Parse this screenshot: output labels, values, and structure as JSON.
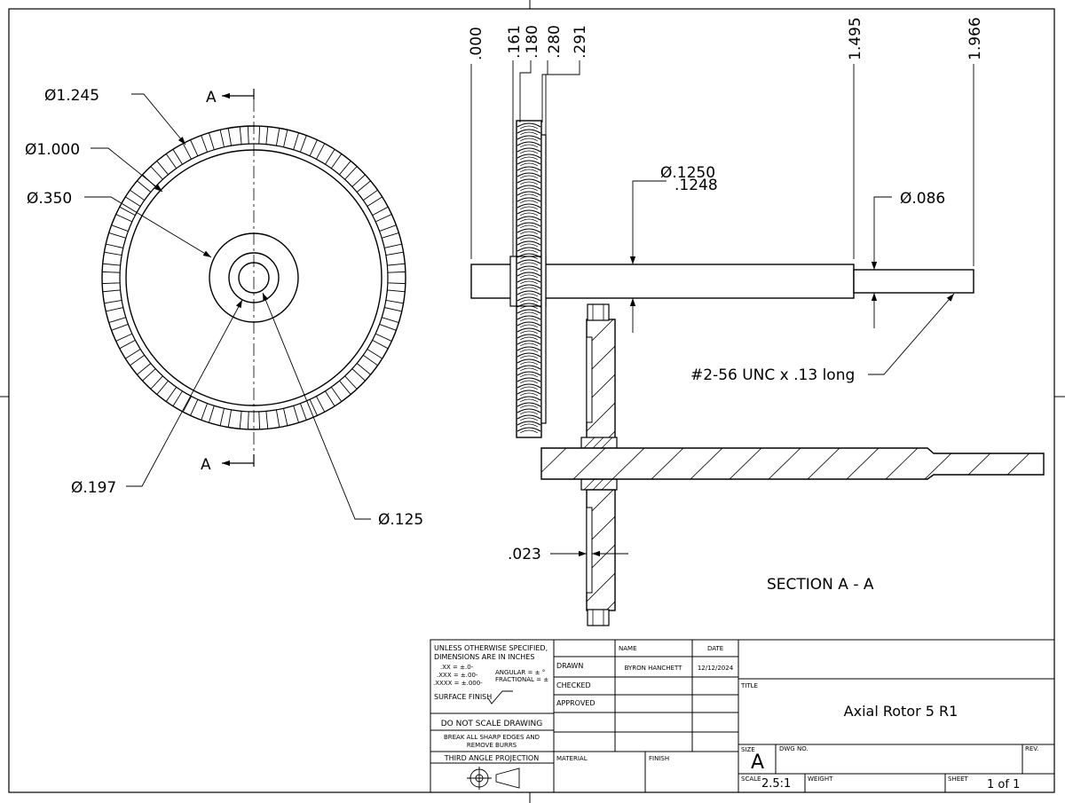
{
  "front_view": {
    "dims": {
      "d_outer": "Ø1.245",
      "d_ring": "Ø1.000",
      "d_hub": "Ø.350",
      "d_197": "Ø.197",
      "d_125": "Ø.125"
    },
    "section_label": "A"
  },
  "side_view": {
    "ordinates": [
      ".000",
      ".161",
      ".180",
      ".280",
      ".291",
      "1.495",
      "1.966"
    ],
    "shaft_dia_upper": "Ø.1250",
    "shaft_dia_lower": ".1248",
    "tip_dia": "Ø.086",
    "thread_note": "#2-56 UNC x .13 long"
  },
  "section_view": {
    "thickness": ".023",
    "title": "SECTION A - A"
  },
  "title_block": {
    "notes": {
      "line1": "UNLESS OTHERWISE SPECIFIED,",
      "line2": "DIMENSIONS ARE IN INCHES",
      "tol_xx": ".XX = ±.0-",
      "tol_xxx": ".XXX = ±.00-",
      "tol_xxxx": ".XXXX = ±.000-",
      "angular": "ANGULAR = ± °",
      "fractional": "FRACTIONAL = ±",
      "surface_finish": "SURFACE FINISH"
    },
    "do_not_scale": "DO NOT SCALE DRAWING",
    "break_edges_1": "BREAK ALL SHARP EDGES AND",
    "break_edges_2": "REMOVE BURRS",
    "projection": "THIRD ANGLE PROJECTION",
    "col_name": "NAME",
    "col_date": "DATE",
    "drawn_label": "DRAWN",
    "drawn_name": "BYRON HANCHETT",
    "drawn_date": "12/12/2024",
    "checked_label": "CHECKED",
    "approved_label": "APPROVED",
    "material_label": "MATERIAL",
    "finish_label": "FINISH",
    "title_label": "TITLE",
    "title": "Axial Rotor 5 R1",
    "size_label": "SIZE",
    "size": "A",
    "dwg_no_label": "DWG NO.",
    "rev_label": "REV.",
    "scale_label": "SCALE",
    "scale": "2.5:1",
    "weight_label": "WEIGHT",
    "sheet_label": "SHEET",
    "sheet": "1 of 1"
  }
}
